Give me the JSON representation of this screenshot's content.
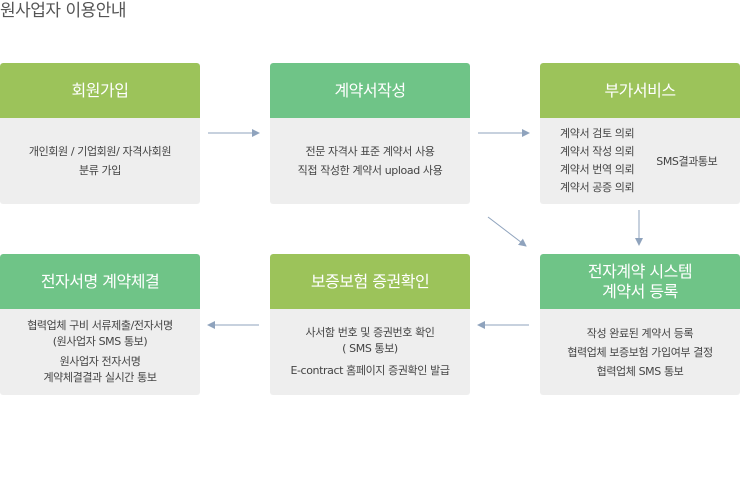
{
  "page": {
    "title": "원사업자 이용안내"
  },
  "colors": {
    "olive": "#9cc35a",
    "green": "#6fc487",
    "body_bg": "#eeeeee",
    "arrow": "#8fa3bd"
  },
  "steps": [
    {
      "title": "회원가입",
      "lines": [
        "개인회원 / 기업회원/ 자격사회원",
        "분류 가입"
      ]
    },
    {
      "title": "계약서작성",
      "lines": [
        "전문 자격사 표준 계약서 사용",
        "직접 작성한 계약서 upload 사용"
      ]
    },
    {
      "title": "부가서비스",
      "items": [
        "계약서 검토 의뢰",
        "계약서 작성 의뢰",
        "계약서 번역 의뢰",
        "계약서 공증 의뢰"
      ],
      "side": "SMS결과통보"
    },
    {
      "title_lines": [
        "전자계약 시스템",
        "계약서 등록"
      ],
      "lines": [
        "작성 완료된 계약서 등록",
        "협력업체 보증보험 가입여부 결정",
        "협력업체 SMS 통보"
      ]
    },
    {
      "title": "보증보험 증권확인",
      "lines": [
        "사서함 번호 및 증권번호 확인",
        "( SMS 통보)",
        "E-contract 홈페이지 증권확인 발급"
      ]
    },
    {
      "title": "전자서명 계약체결",
      "lines": [
        "협력업체 구비 서류제출/전자서명",
        "(원사업자 SMS 통보)",
        "원사업자 전자서명",
        "계약체결결과 실시간 통보"
      ]
    }
  ]
}
